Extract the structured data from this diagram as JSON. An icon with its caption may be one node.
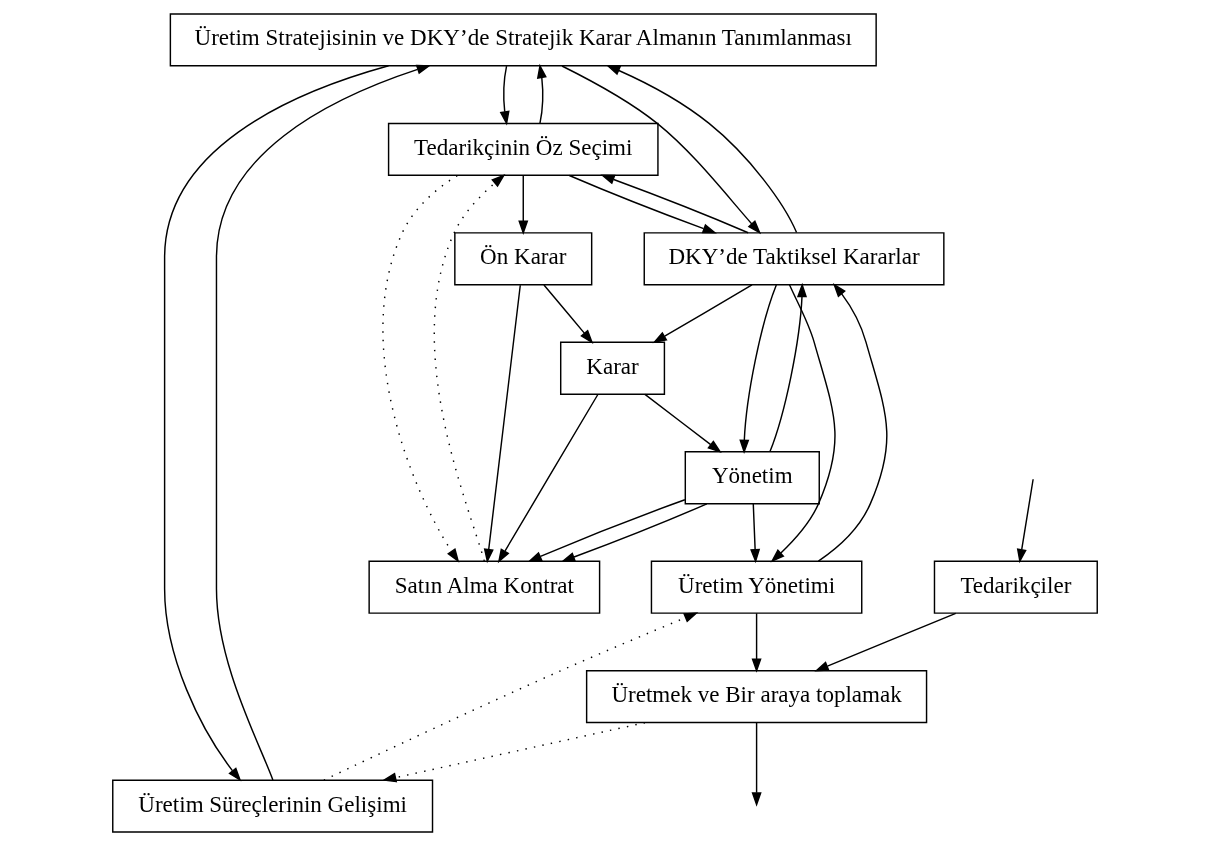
{
  "diagram": {
    "nodes": [
      {
        "text": [
          "Üretim Stratejisinin ve DKY’de Stratejik Karar Almanın Tanımlanması"
        ]
      },
      {
        "text": [
          "Tedarikçinin Öz Seçimi"
        ]
      },
      {
        "text": [
          "Üretim Süreçlerinin Gelişimi"
        ]
      },
      {
        "text": [
          "DKY’de Taktiksel Kararlar"
        ]
      },
      {
        "text": [
          "Ön Karar"
        ]
      },
      {
        "text": [
          "Karar"
        ]
      },
      {
        "text": [
          "Yönetim"
        ]
      },
      {
        "text": [
          "Satın Alma Kontrat"
        ]
      },
      {
        "text": [
          "Üretim Yönetimi"
        ]
      },
      {
        "text": [
          "Tedarikçiler"
        ]
      },
      {
        "text": [
          "Üretmek ve Bir araya toplamak"
        ]
      }
    ],
    "edges": [
      {
        "from": 1,
        "to": 0,
        "arrow": "to"
      },
      {
        "from": 0,
        "to": 1,
        "arrow": "to"
      },
      {
        "from": 0,
        "to": 2,
        "arrow": "to"
      },
      {
        "from": 2,
        "to": 0,
        "arrow": "to"
      },
      {
        "from": 0,
        "to": 3,
        "arrow": "to"
      },
      {
        "from": 3,
        "to": 0,
        "arrow": "to"
      },
      {
        "from": 1,
        "to": 3,
        "arrow": "to"
      },
      {
        "from": 3,
        "to": 1,
        "arrow": "to"
      },
      {
        "from": 1,
        "to": 4,
        "arrow": "to"
      },
      {
        "from": 3,
        "to": 5,
        "arrow": "to"
      },
      {
        "from": 4,
        "to": 5,
        "arrow": "to"
      },
      {
        "from": 3,
        "to": 6,
        "arrow": "to"
      },
      {
        "from": 5,
        "to": 6,
        "arrow": "to"
      },
      {
        "from": 6,
        "to": 3,
        "arrow": "to"
      },
      {
        "from": 3,
        "to": 8,
        "arrow": "to"
      },
      {
        "from": 6,
        "to": 8,
        "arrow": "to"
      },
      {
        "from": 8,
        "to": 3,
        "arrow": "to"
      },
      {
        "from": 4,
        "to": 7,
        "arrow": "to"
      },
      {
        "from": 5,
        "to": 7,
        "arrow": "to"
      },
      {
        "from": 6,
        "to": 7,
        "arrow": "to"
      },
      {
        "from": 6,
        "to": 7,
        "arrow": "to"
      },
      {
        "from": 7,
        "to": 1,
        "arrow": "to",
        "style": "dashed"
      },
      {
        "from": 1,
        "to": 7,
        "arrow": "to",
        "style": "dashed"
      },
      {
        "from": 2,
        "to": 8,
        "arrow": "to",
        "style": "dashed"
      },
      {
        "from": 8,
        "to": 10,
        "arrow": "to"
      },
      {
        "from": 10,
        "to": 2,
        "arrow": "to",
        "style": "dashed"
      },
      {
        "from": null,
        "to": 9,
        "arrow": "to"
      },
      {
        "from": 9,
        "to": 10,
        "arrow": "to"
      },
      {
        "from": 10,
        "to": null,
        "arrow": "to"
      }
    ]
  }
}
